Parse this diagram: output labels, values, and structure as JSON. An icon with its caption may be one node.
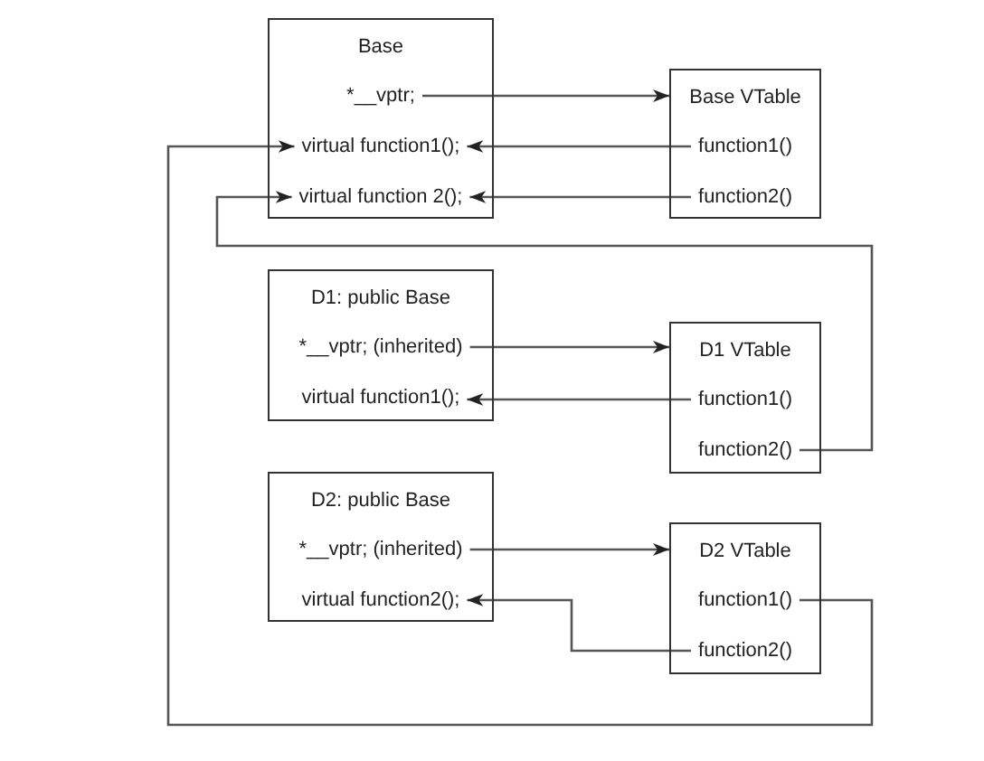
{
  "diagram": {
    "nodes": [
      {
        "text": [
          "Base"
        ]
      },
      {
        "text": [
          "*__vptr;"
        ],
        "in": 0
      },
      {
        "text": [
          "virtual function1();"
        ],
        "in": 0
      },
      {
        "text": [
          "virtual function 2();"
        ],
        "in": 0
      },
      {
        "text": [
          "Base VTable"
        ]
      },
      {
        "text": [
          "function1()"
        ],
        "in": 4
      },
      {
        "text": [
          "function2()"
        ],
        "in": 4
      },
      {
        "text": [
          "D1: public Base"
        ]
      },
      {
        "text": [
          "*__vptr; (inherited)"
        ],
        "in": 7
      },
      {
        "text": [
          "virtual function1();"
        ],
        "in": 7
      },
      {
        "text": [
          "D1 VTable"
        ]
      },
      {
        "text": [
          "function1()"
        ],
        "in": 10
      },
      {
        "text": [
          "function2()"
        ],
        "in": 10
      },
      {
        "text": [
          "D2: public Base"
        ]
      },
      {
        "text": [
          "*__vptr; (inherited)"
        ],
        "in": 13
      },
      {
        "text": [
          "virtual function2();"
        ],
        "in": 13
      },
      {
        "text": [
          "D2 VTable"
        ]
      },
      {
        "text": [
          "function1()"
        ],
        "in": 16
      },
      {
        "text": [
          "function2()"
        ],
        "in": 16
      }
    ],
    "edges": [
      {
        "from": 1,
        "to": 4,
        "arrow": "to"
      },
      {
        "from": 5,
        "to": 2,
        "arrow": "to"
      },
      {
        "from": 6,
        "to": 3,
        "arrow": "to"
      },
      {
        "from": 12,
        "to": 3,
        "arrow": "to"
      },
      {
        "from": 8,
        "to": 10,
        "arrow": "to"
      },
      {
        "from": 11,
        "to": 9,
        "arrow": "to"
      },
      {
        "from": 14,
        "to": 16,
        "arrow": "to"
      },
      {
        "from": 18,
        "to": 15,
        "arrow": "to"
      },
      {
        "from": 17,
        "to": 2,
        "arrow": "to"
      }
    ]
  }
}
